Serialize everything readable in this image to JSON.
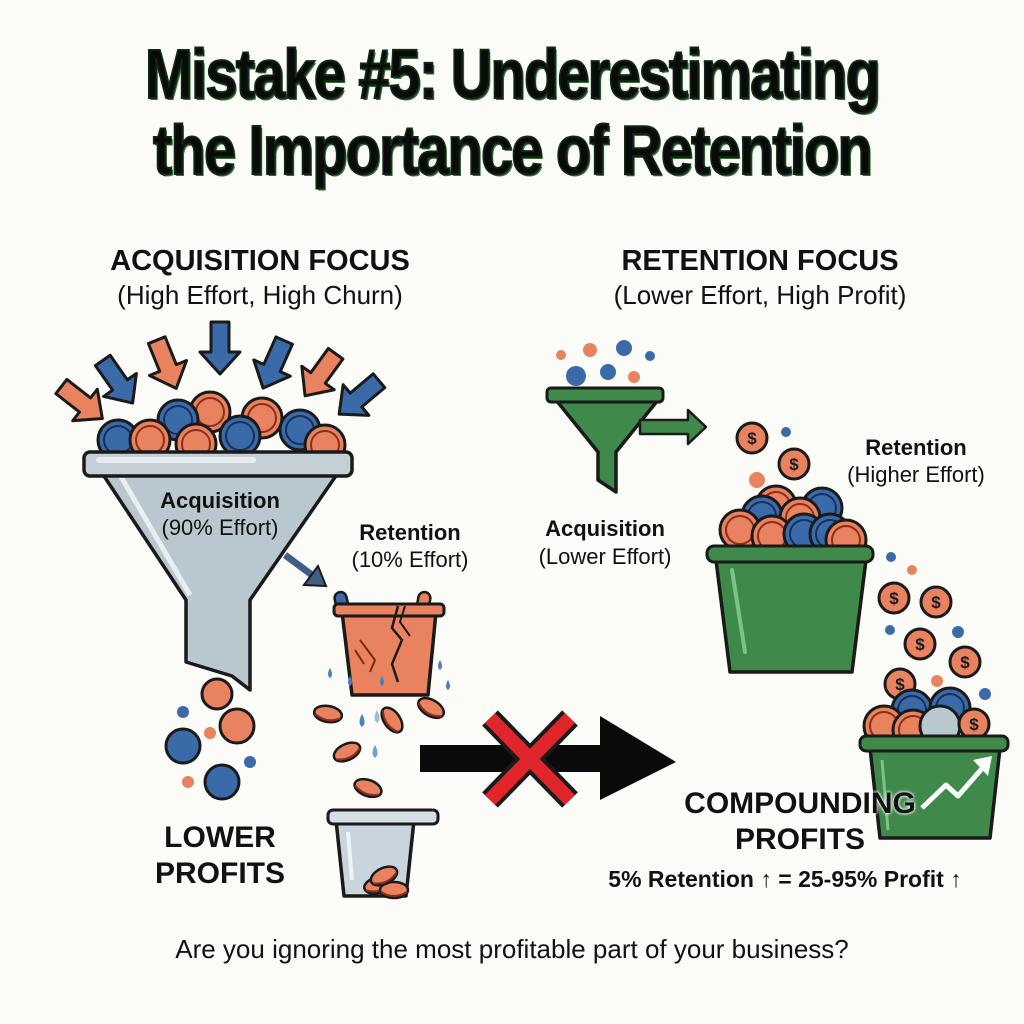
{
  "title": {
    "line1": "Mistake #5: Underestimating",
    "line2": "the Importance of Retention"
  },
  "acquisition_focus": {
    "heading": "ACQUISITION FOCUS",
    "subheading": "(High Effort, High Churn)",
    "funnel_label": "Acquisition",
    "funnel_effort": "(90% Effort)",
    "bucket_label": "Retention",
    "bucket_effort": "(10% Effort)",
    "outcome_line1": "LOWER",
    "outcome_line2": "PROFITS"
  },
  "retention_focus": {
    "heading": "RETENTION FOCUS",
    "subheading": "(Lower Effort, High Profit)",
    "funnel_label": "Acquisition",
    "funnel_effort": "(Lower Effort)",
    "bucket_label": "Retention",
    "bucket_effort": "(Higher Effort)",
    "outcome_line1": "COMPOUNDING",
    "outcome_line2": "PROFITS",
    "formula": "5% Retention ↑ = 25-95% Profit ↑"
  },
  "footer": {
    "question": "Are you ignoring the most profitable part of your business?"
  },
  "icons": {
    "coin": "dollar-coin-icon",
    "blocked_arrow": "crossed-arrow-icon",
    "growth": "trend-up-arrow-icon"
  },
  "colors": {
    "coin_orange": "#e8825f",
    "coin_blue": "#3b6aa8",
    "bucket_green": "#3f8a4a",
    "funnel_gray": "#b9c7cf",
    "cross_red": "#e0262a",
    "title_outline": "#1f4a22"
  }
}
